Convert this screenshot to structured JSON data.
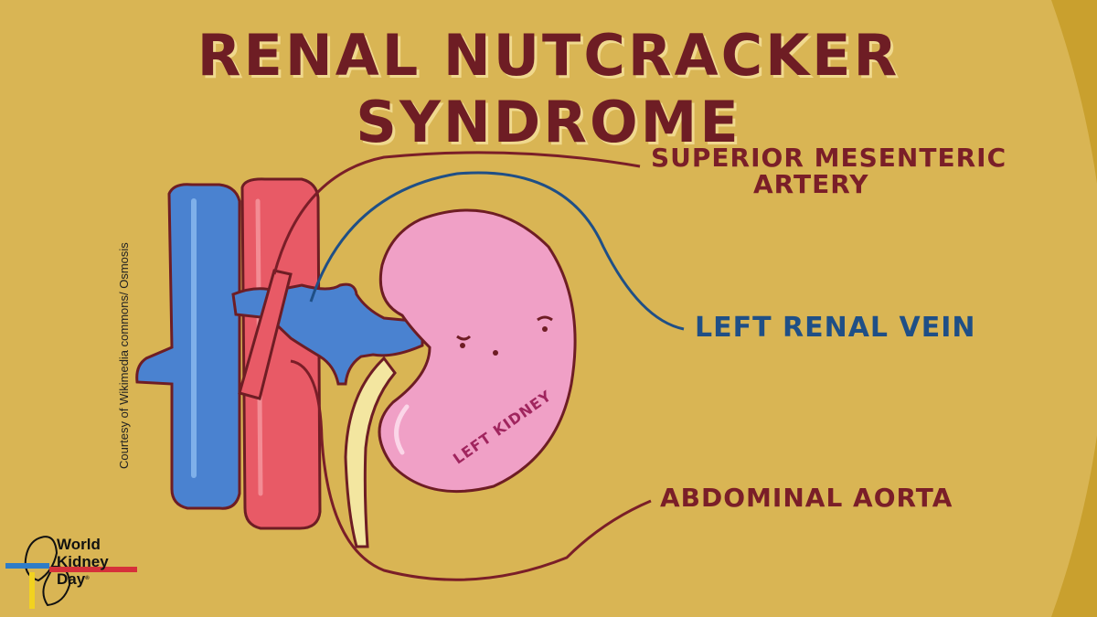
{
  "title": "RENAL NUTCRACKER SYNDROME",
  "labels": {
    "sma_line1": "SUPERIOR MESENTERIC",
    "sma_line2": "ARTERY",
    "left_renal_vein": "LEFT RENAL VEIN",
    "abdominal_aorta": "ABDOMINAL AORTA",
    "left_kidney": "LEFT KIDNEY"
  },
  "credit": "Courtesy of Wikimedia commons/ Osmosis",
  "logo": {
    "line1": "World",
    "line2": "Kidney",
    "line3": "Day",
    "mark": "®"
  },
  "colors": {
    "background": "#d9b554",
    "title": "#6e1d24",
    "artery_lines": "#7a1e28",
    "vein_lines": "#1f4f86",
    "vein": "#4a82d0",
    "aorta": "#e85a66",
    "kidney": "#f0a0c6",
    "ureter": "#f3e6a0"
  }
}
